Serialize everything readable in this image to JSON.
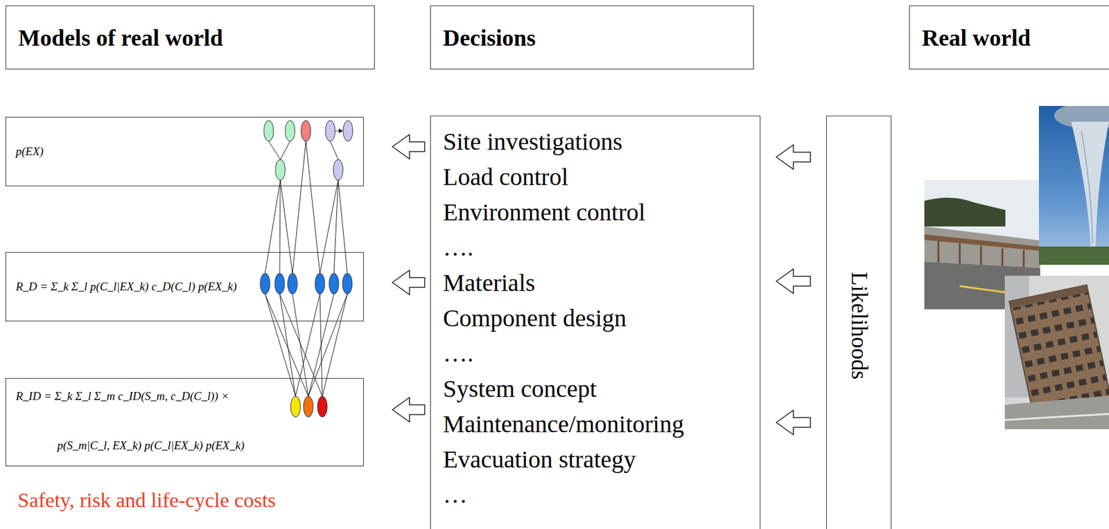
{
  "diagram": {
    "nodes": [
      {
        "text": [
          "Models of real world"
        ]
      },
      {
        "text": [
          "Decisions"
        ]
      },
      {
        "text": [
          "Real world"
        ]
      },
      {
        "text": [
          "p(EX)"
        ]
      },
      {
        "text": [
          "R_D = Σ_k Σ_l p(C_l|EX_k) c_D(C_l) p(EX_k)"
        ]
      },
      {
        "text": [
          "R_ID = Σ_k Σ_l Σ_m c_ID(S_m, c_D(C_l)) ×",
          "p(S_m|C_l, EX_k) p(C_l|EX_k) p(EX_k)"
        ]
      },
      {
        "text": [
          "Site investigations",
          "Load control",
          "Environment control",
          "….",
          "Materials",
          "Component design",
          "….",
          "System concept",
          "Maintenance/monitoring",
          "Evacuation strategy",
          "…"
        ]
      },
      {
        "text": [
          "Likelihoods"
        ]
      }
    ],
    "edges": [
      {
        "from": 6,
        "to": 3,
        "arrow": "to"
      },
      {
        "from": 6,
        "to": 4,
        "arrow": "to"
      },
      {
        "from": 6,
        "to": 5,
        "arrow": "to"
      },
      {
        "from": 7,
        "to": 6,
        "arrow": "to"
      },
      {
        "from": 7,
        "to": 6,
        "arrow": "to"
      },
      {
        "from": 7,
        "to": 6,
        "arrow": "to"
      }
    ],
    "labels": [
      "Safety, risk and life-cycle costs"
    ]
  }
}
